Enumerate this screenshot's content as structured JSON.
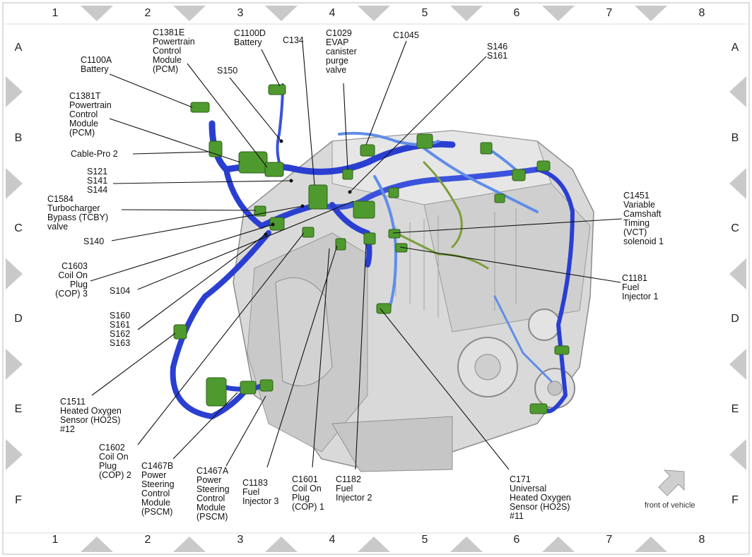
{
  "grid": {
    "columns": [
      "1",
      "2",
      "3",
      "4",
      "5",
      "6",
      "7",
      "8"
    ],
    "rows": [
      "A",
      "B",
      "C",
      "D",
      "E",
      "F"
    ]
  },
  "callouts": {
    "c1100a": "C1100A\nBattery",
    "c1381e": "C1381E\nPowertrain\nControl\nModule\n(PCM)",
    "c1100d": "C1100D\nBattery",
    "c134": "C134",
    "c1029": "C1029\nEVAP\ncanister\npurge\nvalve",
    "c1045": "C1045",
    "s146_s161": "S146\nS161",
    "s150": "S150",
    "c1381t": "C1381T\nPowertrain\nControl\nModule\n(PCM)",
    "cable_pro": "Cable-Pro 2",
    "s121": "S121\nS141\nS144",
    "c1584": "C1584\nTurbocharger\nBypass (TCBY)\nvalve",
    "s140": "S140",
    "c1603": "C1603\nCoil On\nPlug\n(COP) 3",
    "s104": "S104",
    "s160": "S160\nS161\nS162\nS163",
    "c1511": "C1511\nHeated Oxygen\nSensor (HO2S)\n#12",
    "c1602": "C1602\nCoil On\nPlug\n(COP) 2",
    "c1467b": "C1467B\nPower\nSteering\nControl\nModule\n(PSCM)",
    "c1467a": "C1467A\nPower\nSteering\nControl\nModule\n(PSCM)",
    "c1183": "C1183\nFuel\nInjector 3",
    "c1601": "C1601\nCoil On\nPlug\n(COP) 1",
    "c1182": "C1182\nFuel\nInjector 2",
    "c171": "C171\nUniversal\nHeated Oxygen\nSensor (HO2S)\n#11",
    "c1451": "C1451\nVariable\nCamshaft\nTiming\n(VCT)\nsolenoid 1",
    "c1181": "C1181\nFuel\nInjector 1"
  },
  "front_of_vehicle": "front of vehicle",
  "colors": {
    "harness": "#2a3fd1",
    "harness_light": "#5f8de8",
    "connector": "#4f9a2e",
    "engine": "#d4d4d4",
    "engine_dark": "#9a9a9a",
    "marker": "#c8c8c8"
  }
}
